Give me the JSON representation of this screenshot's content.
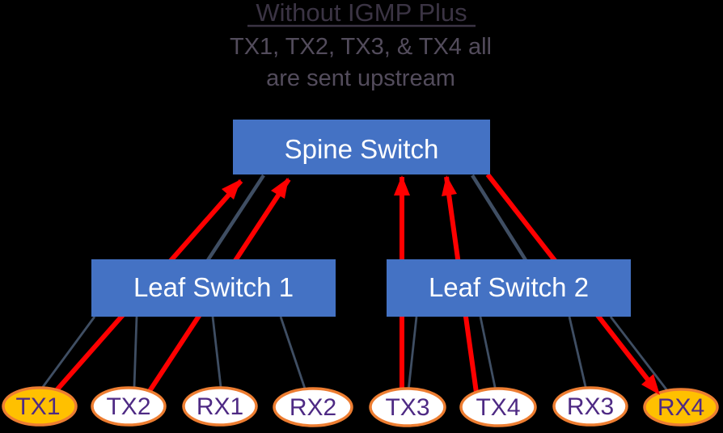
{
  "title": {
    "text": "Without IGMP Plus",
    "subtitle_line1": "TX1, TX2, TX3, & TX4 all",
    "subtitle_line2": "are sent upstream"
  },
  "switches": {
    "spine": {
      "label": "Spine Switch"
    },
    "leaf1": {
      "label": "Leaf Switch 1"
    },
    "leaf2": {
      "label": "Leaf Switch 2"
    }
  },
  "endpoints": [
    {
      "label": "TX1",
      "highlighted": true
    },
    {
      "label": "TX2",
      "highlighted": false
    },
    {
      "label": "RX1",
      "highlighted": false
    },
    {
      "label": "RX2",
      "highlighted": false
    },
    {
      "label": "TX3",
      "highlighted": false
    },
    {
      "label": "TX4",
      "highlighted": false
    },
    {
      "label": "RX3",
      "highlighted": false
    },
    {
      "label": "RX4",
      "highlighted": true
    }
  ],
  "colors": {
    "background": "#000000",
    "switch_fill": "#4472C4",
    "switch_text": "#FFFFFF",
    "link_gray": "#3F4E63",
    "traffic_red": "#FF0000",
    "endpoint_border": "#ED7D31",
    "endpoint_fill": "#FFFFFF",
    "endpoint_highlight_fill": "#FFC000",
    "endpoint_text": "#4E2A84",
    "title_text": "#3B3444",
    "subtitle_text": "#534C5C"
  }
}
